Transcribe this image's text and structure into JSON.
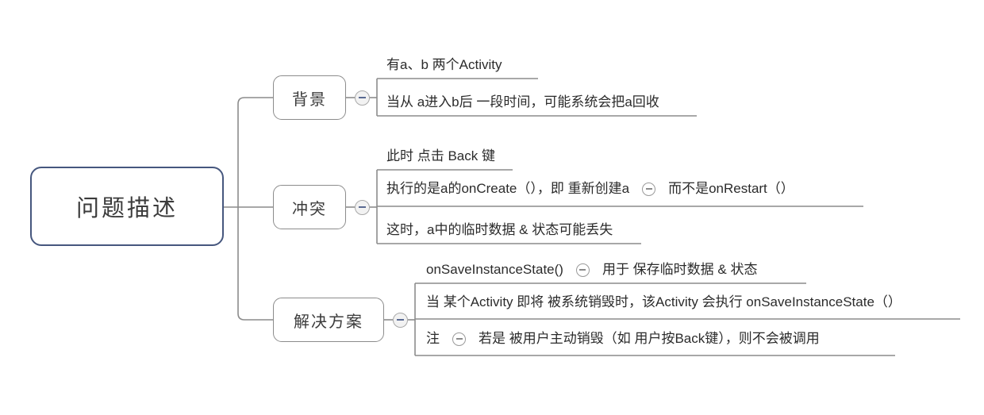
{
  "diagram": {
    "title": "问题描述",
    "type": "mindmap",
    "accent_root_border": "#46577e",
    "accent_branch_border": "#8c8c8c",
    "background": "#ffffff",
    "toggle_icon_name": "collapse-minus-icon"
  },
  "root": {
    "label": "问题描述"
  },
  "branches": [
    {
      "id": "background",
      "label": "背景",
      "toggle": "collapse",
      "items": [
        {
          "id": "bg-item-1",
          "segments": [
            {
              "type": "text",
              "value": "有a、b 两个Activity"
            }
          ]
        },
        {
          "id": "bg-item-2",
          "segments": [
            {
              "type": "text",
              "value": "当从 a进入b后 一段时间，可能系统会把a回收"
            }
          ]
        }
      ]
    },
    {
      "id": "conflict",
      "label": "冲突",
      "toggle": "collapse",
      "items": [
        {
          "id": "cf-item-1",
          "segments": [
            {
              "type": "text",
              "value": "此时 点击 Back 键"
            }
          ]
        },
        {
          "id": "cf-item-2",
          "segments": [
            {
              "type": "text",
              "value": "执行的是a的onCreate（），即 重新创建a"
            },
            {
              "type": "toggle",
              "value": "collapse"
            },
            {
              "type": "text",
              "value": "而不是onRestart（）"
            }
          ]
        },
        {
          "id": "cf-item-3",
          "segments": [
            {
              "type": "text",
              "value": "这时，a中的临时数据 & 状态可能丢失"
            }
          ]
        }
      ]
    },
    {
      "id": "solution",
      "label": "解决方案",
      "toggle": "collapse",
      "items": [
        {
          "id": "sol-item-1",
          "segments": [
            {
              "type": "text",
              "value": "onSaveInstanceState()"
            },
            {
              "type": "toggle",
              "value": "collapse"
            },
            {
              "type": "text",
              "value": "用于 保存临时数据 & 状态"
            }
          ]
        },
        {
          "id": "sol-item-2",
          "segments": [
            {
              "type": "text",
              "value": "当 某个Activity 即将 被系统销毁时，该Activity 会执行 onSaveInstanceState（）"
            }
          ]
        },
        {
          "id": "sol-item-3",
          "segments": [
            {
              "type": "text",
              "value": "注"
            },
            {
              "type": "toggle",
              "value": "collapse"
            },
            {
              "type": "text",
              "value": "若是 被用户主动销毁（如 用户按Back键），则不会被调用"
            }
          ]
        }
      ]
    }
  ]
}
